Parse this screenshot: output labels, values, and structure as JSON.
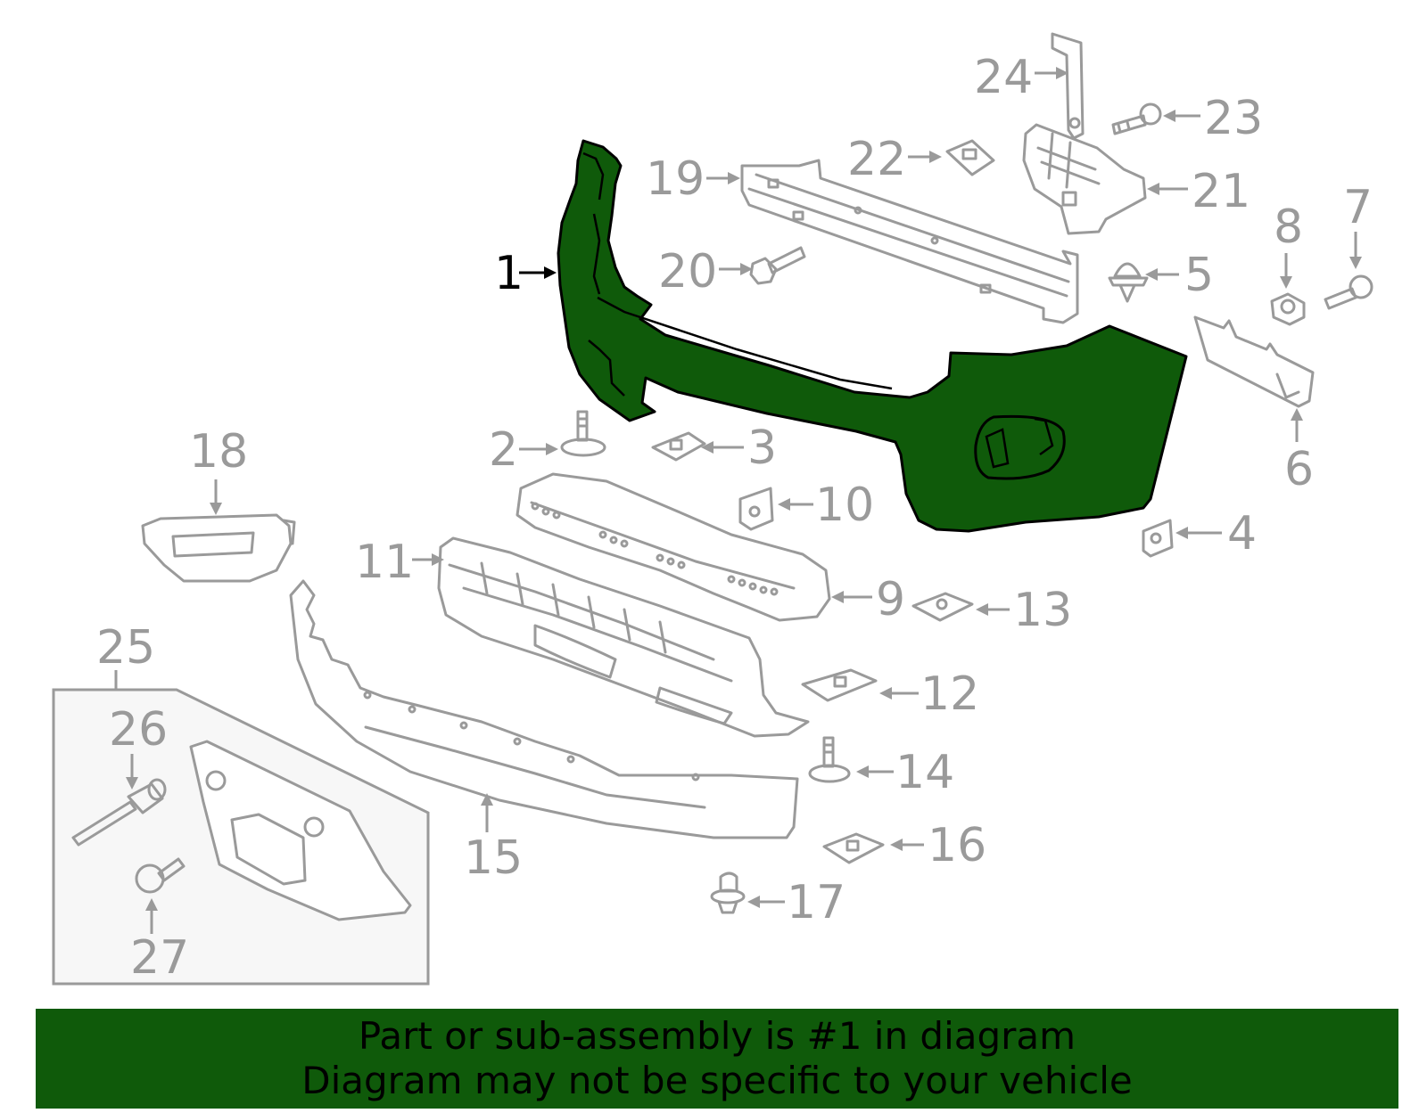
{
  "colors": {
    "highlight": "#0f5a0a",
    "outline": "#9a9a9a",
    "banner_background": "#0f5a0a",
    "banner_text": "#000000",
    "selected_callout": "#000000",
    "kit_box_fill": "#f7f7f7"
  },
  "selected_part": "1",
  "callouts": {
    "c1": "1",
    "c2": "2",
    "c3": "3",
    "c4": "4",
    "c5": "5",
    "c6": "6",
    "c7": "7",
    "c8": "8",
    "c9": "9",
    "c10": "10",
    "c11": "11",
    "c12": "12",
    "c13": "13",
    "c14": "14",
    "c15": "15",
    "c16": "16",
    "c17": "17",
    "c18": "18",
    "c19": "19",
    "c20": "20",
    "c21": "21",
    "c22": "22",
    "c23": "23",
    "c24": "24",
    "c25": "25",
    "c26": "26",
    "c27": "27"
  },
  "banner": {
    "line1": "Part or sub-assembly is #1 in diagram",
    "line2": "Diagram may not be specific to your vehicle"
  }
}
